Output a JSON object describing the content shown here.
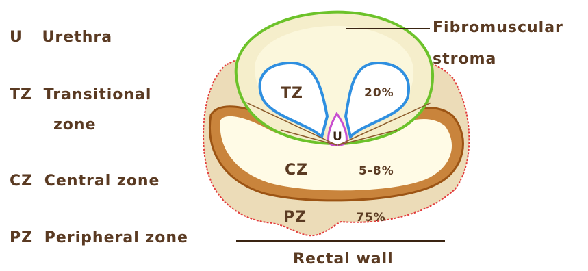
{
  "legend": [
    {
      "abbr": "U",
      "text": "Urethra"
    },
    {
      "abbr": "TZ",
      "text": "Transitional",
      "text2": "zone"
    },
    {
      "abbr": "CZ",
      "text": "Central zone"
    },
    {
      "abbr": "PZ",
      "text": "Peripheral zone"
    }
  ],
  "labels": {
    "fibromuscular_1": "Fibromuscular",
    "fibromuscular_2": "stroma",
    "tz": "TZ",
    "tz_pct": "20%",
    "u": "U",
    "cz": "CZ",
    "cz_pct": "5-8%",
    "pz": "PZ",
    "pz_pct": "75%",
    "rectal_wall": "Rectal wall"
  },
  "colors": {
    "text": "#5a3a22",
    "pz_fill": "#ecdcb8",
    "cz_band": "#b4641e",
    "stroma_outline": "#6cc22a",
    "tz_outline": "#2f8fe0",
    "urethra": "#c84fd0",
    "pz_border": "#e23c3c"
  }
}
